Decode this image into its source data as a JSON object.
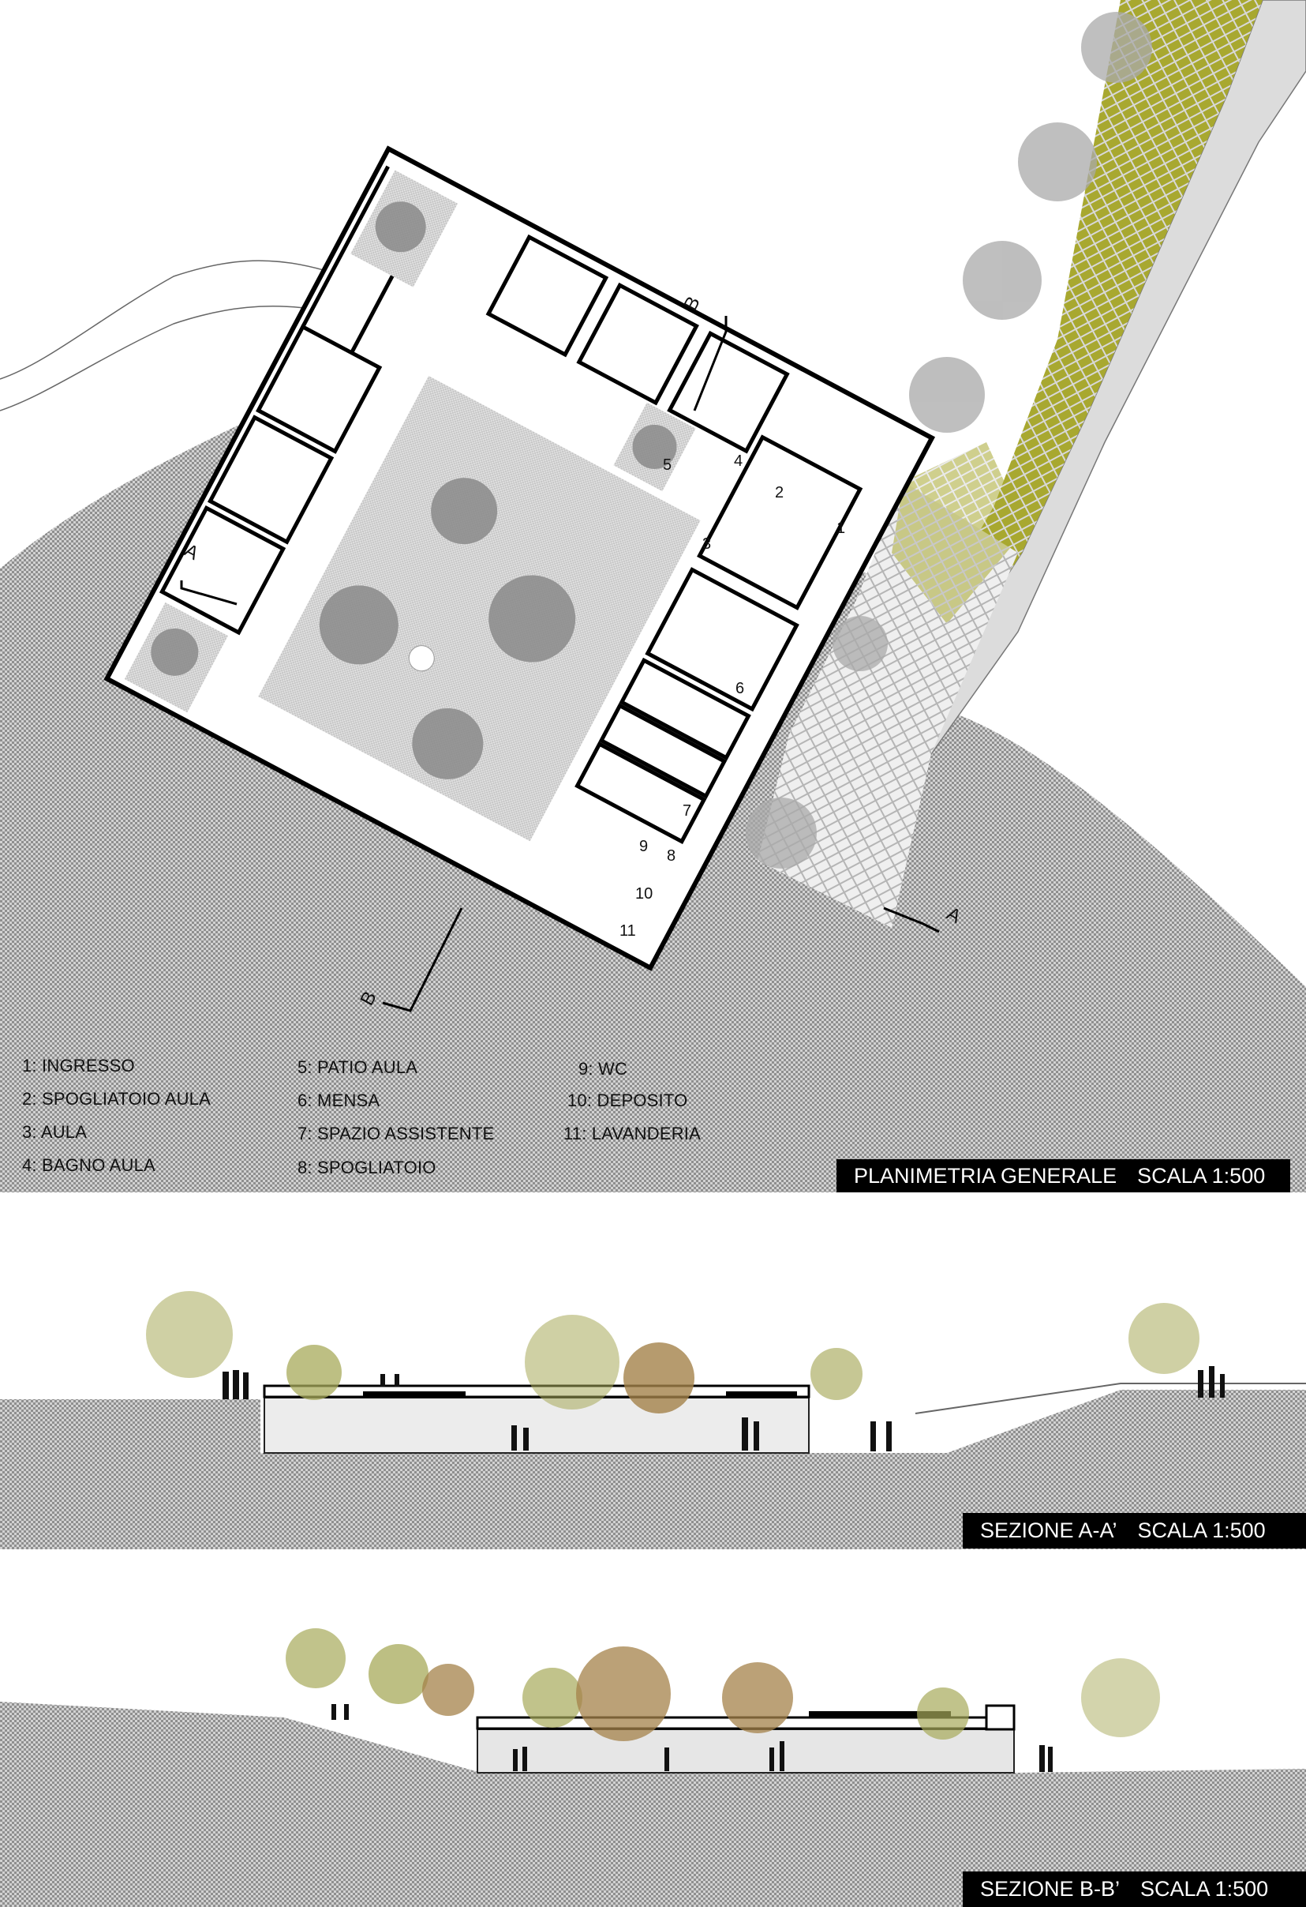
{
  "legend": {
    "col1": [
      "1: INGRESSO",
      "2: SPOGLIATOIO AULA",
      "3: AULA",
      "4: BAGNO AULA"
    ],
    "col2": [
      "5: PATIO AULA",
      "6: MENSA",
      "7: SPAZIO ASSISTENTE",
      "8: SPOGLIATOIO"
    ],
    "col3": [
      "9: WC",
      "10: DEPOSITO",
      "11: LAVANDERIA"
    ]
  },
  "plan": {
    "title": "PLANIMETRIA GENERALE",
    "scale": "SCALA 1:500",
    "room_numbers": [
      "1",
      "2",
      "3",
      "4",
      "5",
      "6",
      "7",
      "8",
      "9",
      "10",
      "11"
    ],
    "section_marks": [
      "A",
      "A",
      "B",
      "B"
    ]
  },
  "section_a": {
    "title": "SEZIONE A-A’",
    "scale": "SCALA 1:500"
  },
  "section_b": {
    "title": "SEZIONE B-B’",
    "scale": "SCALA 1:500"
  },
  "colors": {
    "terrain_hatch": "#9a9a9a",
    "courtyard": "#d9d9d9",
    "paving_yellow": "#a8a830",
    "road": "#dcdcdc",
    "tree_green": "#a7a95a",
    "tree_autumn": "#a4824a"
  }
}
